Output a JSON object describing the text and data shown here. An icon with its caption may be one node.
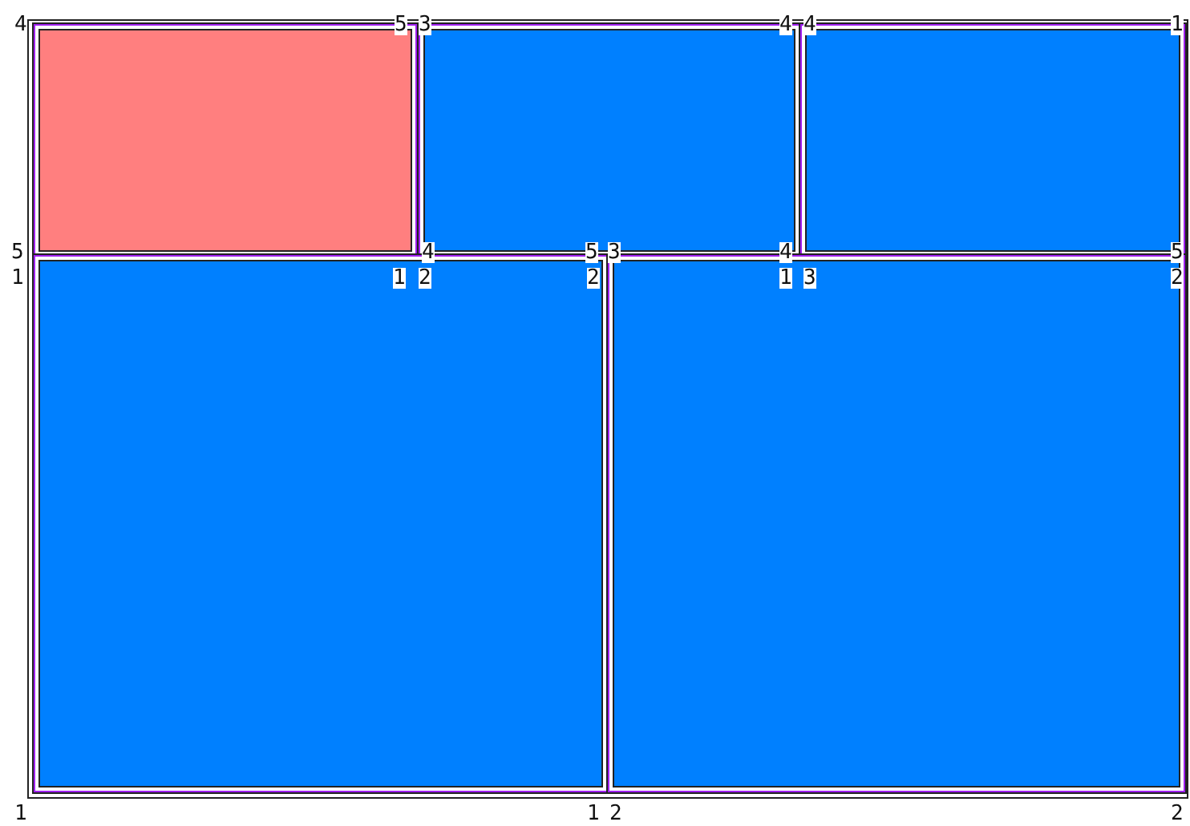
{
  "diagram": {
    "nodes": [
      {
        "text": [],
        "shape": "box"
      },
      {
        "text": [],
        "shape": "box",
        "in": 0
      },
      {
        "text": [],
        "shape": "box",
        "in": 0
      },
      {
        "text": [],
        "shape": "box",
        "in": 0
      },
      {
        "text": [],
        "shape": "box",
        "in": 0
      },
      {
        "text": [],
        "shape": "box",
        "in": 0
      }
    ],
    "labels": [
      "4",
      "5",
      "3",
      "4",
      "4",
      "1",
      "5",
      "4",
      "5",
      "3",
      "4",
      "5",
      "1",
      "1",
      "2",
      "2",
      "1",
      "3",
      "2",
      "1",
      "1",
      "2",
      "2"
    ]
  }
}
